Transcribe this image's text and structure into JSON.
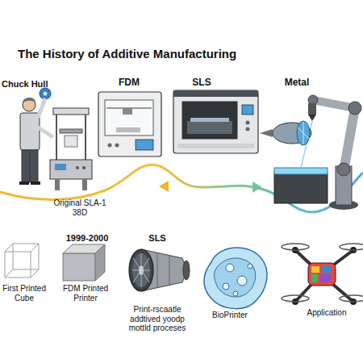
{
  "diagram": {
    "title": "The History of Additive Manufacturing",
    "nodes": [
      {
        "text": [
          "Chuck Hull",
          "Original SLA-1 38D"
        ]
      },
      {
        "text": [
          "FDM"
        ]
      },
      {
        "text": [
          "SLS"
        ]
      },
      {
        "text": [
          "Metal"
        ]
      },
      {
        "text": [
          "First Printed Cube"
        ]
      },
      {
        "text": [
          "1999-2000",
          "FDM Printed Printer"
        ]
      },
      {
        "text": [
          "SLS",
          "Print-rscaatle addtived yoodp mottld proceses"
        ]
      },
      {
        "text": [
          "BioPrinter"
        ]
      },
      {
        "text": [
          "Application"
        ]
      }
    ]
  }
}
